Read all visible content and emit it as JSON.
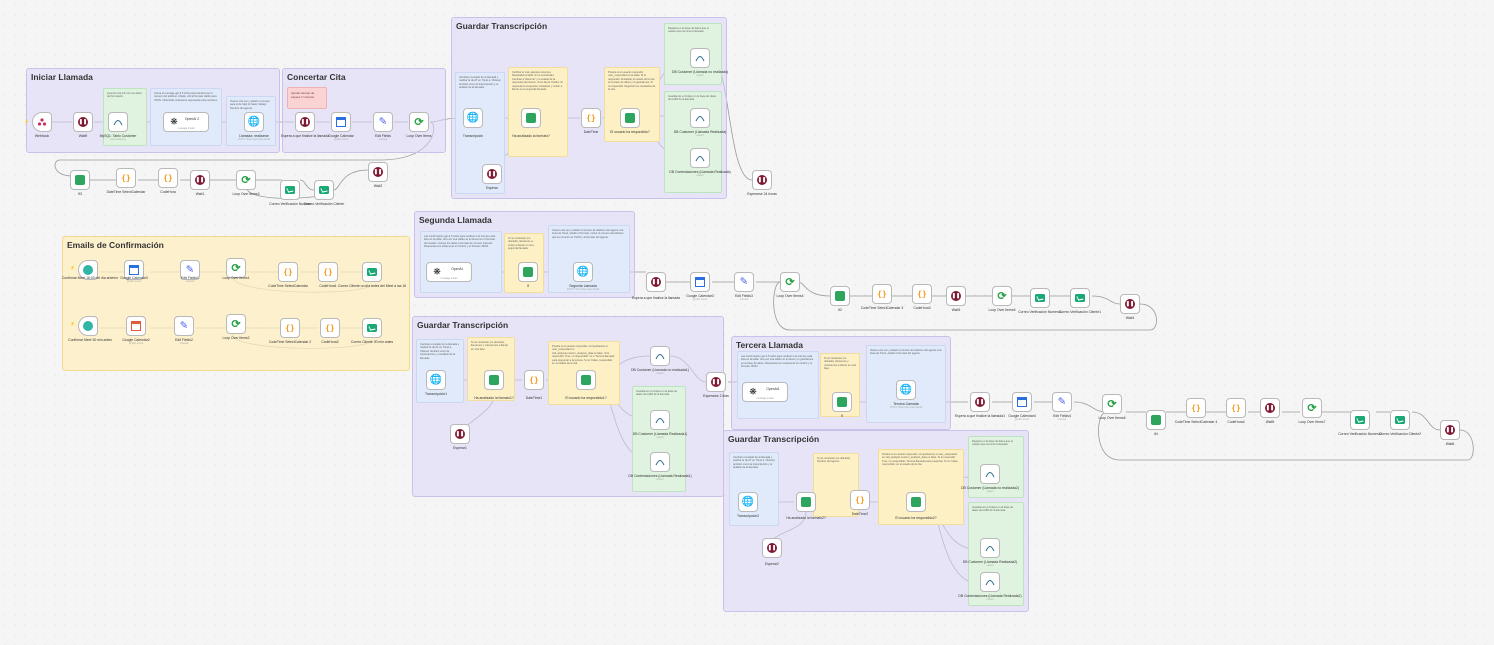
{
  "groups": {
    "iniciar": "Iniciar Llamada",
    "concertar": "Concertar Cita",
    "guardar1": "Guardar Transcripción",
    "segunda": "Segunda Llamada",
    "emails": "Emails de Confirmación",
    "guardar2": "Guardar Transcripción",
    "tercera": "Tercera Llamada",
    "guardar3": "Guardar Transcripción"
  },
  "stickies": {
    "s1": "Asumiré cita 1% con los datos del formulario.",
    "s2": "Libera el mensaje gpt-3.5 turbo para transformar el número del teléfono. Añade +34 al formato válido para JSON. Obtendrás solamente respuestas para vectores.",
    "s3": "Vuelve otra vez y añadir el número para el de Vapi AI hacer trabajo. Nombre del agente.",
    "s4": "Ajustar tiempo de espera 7 minutos",
    "s5": "Cambiar el estado de la llamada y realizar la de AT en Tonel a. Obtener también como la transcripción y el análisis de la llamada.",
    "s6": "Verificar el mal, ejecutar entonces ResultadoLa tabla. Si no contestado: Cambiar a 'Retomar' y el estado de la respuesta del cliente. Si se llama: Pedirá. Si responde la respuesta: Actualizar y volver a llamar en la segunda llamada.",
    "s7": "Prueba si el usuario respondió user_responded en la tabla. Si lo respondió: Actualizar el estado de la cita en la base de datos y lo guardamos. Si no respondió: Registrar los resultados de la cita.",
    "s8": "Registra en la base de datos que el usuario que terminó la llamada.",
    "s9": "Guardamos el Output en la base de datos de la BD de la llamada.",
    "s10": "Las confirmación gpt-3.5 turbo para verificar si el número está lista en la tabla. Una vez sea válido se le llama con el formato del usuario, incluye los datos a formato de número correcto. Respuesta con solamente el nombre y el formato JSON.",
    "s11": "Si no contestan (no ubicado), llamamos a volver a llamar en una segunda llamada.",
    "s12": "Vuelve otra vez y añadir el número de teléfono del agente a la línea de Tonel, añadir el formato, incluir el número del teléfono que se conectó en JSON y al formato del agente.",
    "s13": "Cambiar el estado de la llamada y realizar la de AT en Tonel a. Obtener también como la transcripción y el análisis de la llamada.",
    "s14": "Si no contestan (no ubicado), llamamos y volveremos a llamar en otra fase.",
    "s15": "Prueba si el usuario respondió, comprobamos si user_responded en call_analysis.custom_analysis_data es false. Si lo respondió: True, no respondido: no a 'Tercera llamada' para preguntar a la tercera. Si no: False, respondido, en el estado de la cita.",
    "s16": "Guardamos el Output en la base de datos de la BD de la llamada.",
    "s17": "Las confirmación gpt-3.5 turbo para verificar si el número está lista en la tabla. Una vez sea válido se le llama y lo guardamos en la base de datos. Respuesta con solamente el nombre y el formato JSON.",
    "s18": "Si no contestan (no ubicado), llamamos y volveremos a llamar en otra fase.",
    "s19": "Vuelve otra vez y añadir el número de teléfono del agente a la línea de Tonel, añadir el formato del agente.",
    "s20": "Cambiar el estado de la llamada y realizar la de AT en Tonel a. Obtener también como la transcripción y el análisis de la llamada.",
    "s21": "Si no contestan (no ubicado), Nombre del agente.",
    "s22": "Prueba si el usuario respondió, comprobamos si user_responded en call_analysis.custom_analysis_data es false. Si lo respondió: True, no respondido: Tercera llamada para preguntar. Si no: False, respondido, en el estado de la cita.",
    "s23": "Registra en la base de datos que el usuario que terminó la llamada.",
    "s24": "Guardamos el Output en la base de datos de la BD de la llamada."
  },
  "nodes": {
    "webhook": "Webhook",
    "wait0": "Wait9",
    "mysql1": "MySQL: Tablo Customer",
    "openai1": "OpenAI 2",
    "llamada1": "Llamada: realizarse",
    "espera1": "Espera a que finalice la llamada",
    "gcal1": "Google Calendar",
    "edit1": "Edit Fields",
    "loop1": "Loop Over Items",
    "transc1": "Transcripción",
    "formato1": "Ha analizado la formato?",
    "datetime1": "DateTime",
    "respondido1": "El usuario ha respondido?",
    "db1": "DB Customer (Llamada no realizada)",
    "db2": "DB Customer (Llamada Realizada)",
    "db3": "DB Contestaciones (Llamada Realizada)",
    "esperar1": "Esperar",
    "esperarse24": "Esperarse 24 horas",
    "if3": "If3",
    "dtsel": "DateTime SelectCalendar",
    "code1": "CodeHora",
    "wait1": "Wait1",
    "loopb": "Loop Over Items3",
    "correo1": "Correo Verificación Numero",
    "correo2": "Correo Verificación Cliente",
    "wait2": "Wait2",
    "conf1": "Confirmar Meet 16:00 del día anterior",
    "gcalb": "Google Calendar3",
    "editb": "Edit Fields1",
    "loopc": "Loop Over Items1",
    "dtc": "CodeTime SelectCalendar",
    "codec": "CodeHora1",
    "correo3": "Correo Cliente un día antes del Meet a las 16",
    "conf2": "Confirmar Meet 30 min antes",
    "gcalc": "Google Calendar2",
    "editc": "Edit Fields2",
    "loopd": "Loop Over Items2",
    "dtd": "CodeTime SelectCalendar 2",
    "coded": "CodeHora2",
    "correo4": "Correo Cliente 30 min antes",
    "openai2": "OpenAI",
    "if2": "If",
    "llamada2": "Segunda Llamada",
    "espera2": "Espera a que finalice la llamada",
    "gcal2": "Google Calendar3",
    "edit2": "Edit Fields3",
    "loop2": "Loop Over Items4",
    "if4": "If2",
    "dt2": "CodeTime SelectCalendar 3",
    "code2": "CodeHora3",
    "wait3": "Wait3",
    "loop3": "Loop Over Items5",
    "correo5": "Correo Verificación Numero1",
    "correo6": "Correo Verificación Cliente1",
    "wait4": "Wait4",
    "transc2": "Transcripción1",
    "formato2": "Ha analizado la formato1?",
    "datetime2": "DateTime1",
    "respondido2": "El usuario ha respondido1?",
    "db4": "DB Customer (Llamada no realizada1)",
    "db5": "DB Customer (Llamada Realizada1)",
    "db6": "DB Contestaciones (Llamada Realizada1)",
    "esperar2": "Esperar1",
    "esperarse2d": "Esperarse 2 días",
    "openai3": "OpenAI1",
    "if5": "If",
    "llamada3": "Tercera Llamada",
    "espera3": "Espera a que finalice la llamada1",
    "gcal3": "Google Calendar4",
    "edit3": "Edit Fields4",
    "loop4": "Loop Over Items6",
    "if6": "If4",
    "dt3": "CodeTime SelectCalendar 4",
    "code3": "CodeHora4",
    "wait5": "Wait5",
    "loop5": "Loop Over Items7",
    "correo7": "Correo Verificación Numero2",
    "correo8": "Correo Verificación Cliente2",
    "wait6": "Wait6",
    "transc3": "Transcripción2",
    "formato3": "Ha analizado la formato2?",
    "datetime3": "DateTime2",
    "respondido3": "El usuario ha respondido2?",
    "db7": "DB Customer (Llamada no realizada2)",
    "db8": "DB Customer (Llamada Realizada2)",
    "db9": "DB Contestaciones (Llamada Realizada2)",
    "esperar3": "Esperar2"
  },
  "subs": {
    "mysql": "executeQuery",
    "openai": "message model",
    "http": "POST: https://api.vapi.ai/call",
    "gcal": "getAll: event",
    "edit": "manual",
    "db": "upsert"
  },
  "colors": {
    "group_purple": "#dcd6f7",
    "group_yellow": "#ffeebe",
    "wait_node": "#7d1a33",
    "if_node": "#2ea55f",
    "code_node": "#f29b1c",
    "edit_node": "#4a5cf0",
    "loop_node": "#28a145"
  }
}
